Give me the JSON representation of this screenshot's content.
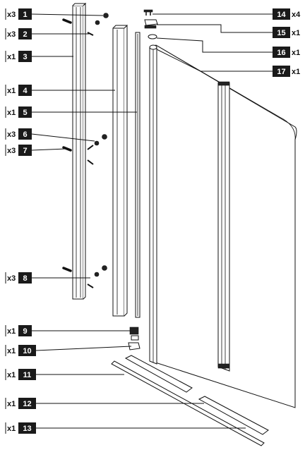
{
  "callouts": {
    "c1": {
      "num": "1",
      "qty": "x3"
    },
    "c2": {
      "num": "2",
      "qty": "x3"
    },
    "c3": {
      "num": "3",
      "qty": "x1"
    },
    "c4": {
      "num": "4",
      "qty": "x1"
    },
    "c5": {
      "num": "5",
      "qty": "x1"
    },
    "c6": {
      "num": "6",
      "qty": "x3"
    },
    "c7": {
      "num": "7",
      "qty": "x3"
    },
    "c8": {
      "num": "8",
      "qty": "x3"
    },
    "c9": {
      "num": "9",
      "qty": "x1"
    },
    "c10": {
      "num": "10",
      "qty": "x1"
    },
    "c11": {
      "num": "11",
      "qty": "x1"
    },
    "c12": {
      "num": "12",
      "qty": "x1"
    },
    "c13": {
      "num": "13",
      "qty": "x1"
    },
    "c14": {
      "num": "14",
      "qty": "x4"
    },
    "c15": {
      "num": "15",
      "qty": "x1"
    },
    "c16": {
      "num": "16",
      "qty": "x1"
    },
    "c17": {
      "num": "17",
      "qty": "x1"
    }
  },
  "colors": {
    "ink": "#111111",
    "badge": "#1a1a1a",
    "paper": "#ffffff"
  }
}
